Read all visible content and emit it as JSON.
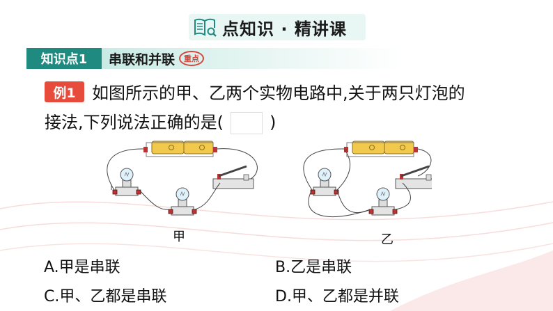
{
  "header": {
    "title": "点知识 · 精讲课",
    "icon": "book-magnifier-icon"
  },
  "knowledge_point": {
    "tag": "知识点1",
    "title": "串联和并联",
    "badge": "重点"
  },
  "question": {
    "label": "例1",
    "line1": "如图所示的甲、乙两个实物电路中,关于两只灯泡的",
    "line2_prefix": "接法,下列说法正确的是(",
    "line2_suffix": ")"
  },
  "figures": {
    "caption_a": "甲",
    "caption_b": "乙"
  },
  "options": {
    "a": "A.甲是串联",
    "b": "B.乙是串联",
    "c": "C.甲、乙都是串联",
    "d": "D.甲、乙都是并联"
  },
  "colors": {
    "accent": "#1f8a80",
    "label_red": "#e64b3c",
    "battery_yellow": "#f2c94c",
    "base_gray": "#e4e4e4"
  }
}
